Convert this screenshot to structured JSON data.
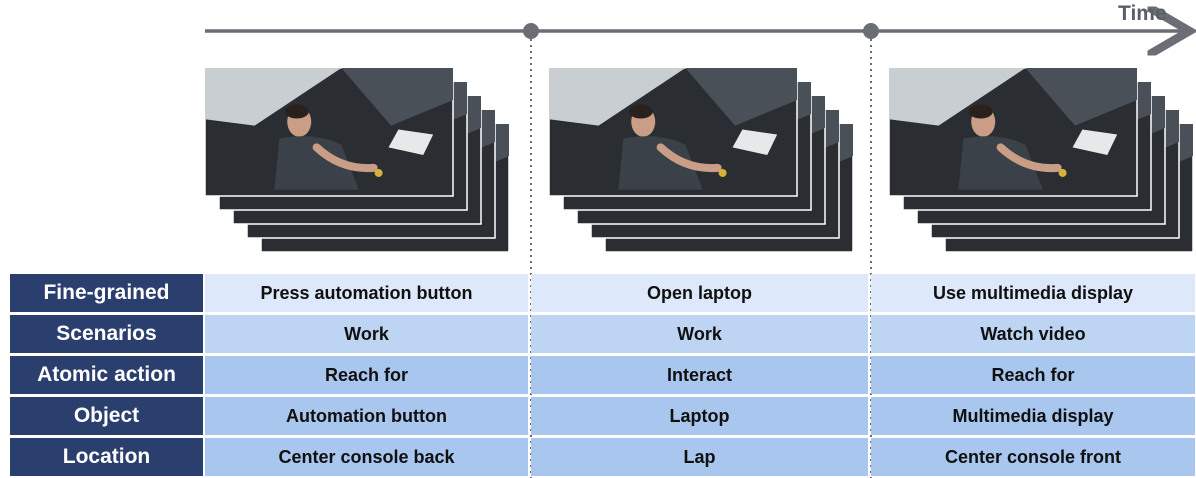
{
  "time_label": "Time",
  "columns": 3,
  "rows": [
    {
      "label": "Fine-grained",
      "cells": [
        "Press automation button",
        "Open laptop",
        "Use multimedia display"
      ]
    },
    {
      "label": "Scenarios",
      "cells": [
        "Work",
        "Work",
        "Watch video"
      ]
    },
    {
      "label": "Atomic action",
      "cells": [
        "Reach for",
        "Interact",
        "Reach for"
      ]
    },
    {
      "label": "Object",
      "cells": [
        "Automation button",
        "Laptop",
        "Multimedia display"
      ]
    },
    {
      "label": "Location",
      "cells": [
        "Center console back",
        "Lap",
        "Center console front"
      ]
    }
  ],
  "colors": {
    "axis": "#6b6f75",
    "label_bg": "#2b3f6f",
    "label_text": "#ffffff"
  }
}
